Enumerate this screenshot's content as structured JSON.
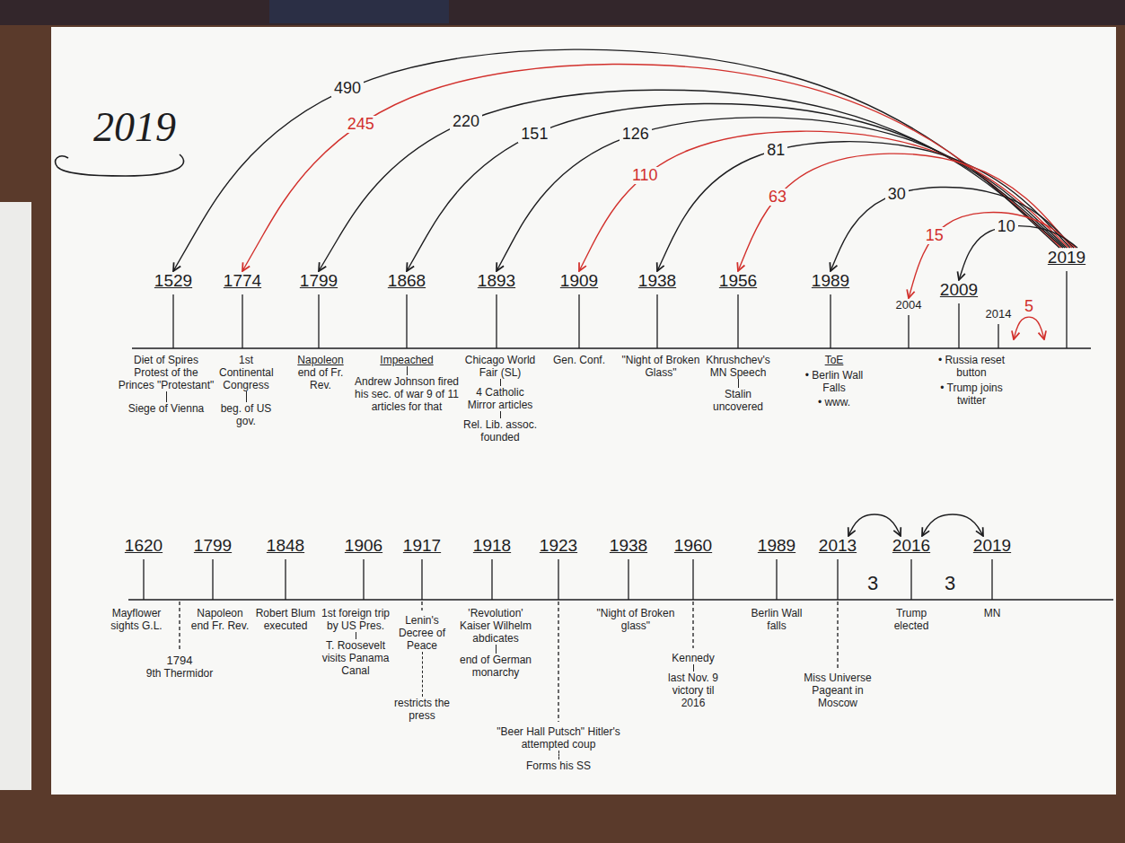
{
  "diagram": {
    "title": "2019",
    "nodes": [
      {
        "text": [
          "1529",
          "Diet of Spires Protest of the Princes \"Protestant\"",
          "Siege of Vienna"
        ]
      },
      {
        "text": [
          "1774",
          "1st Continental Congress",
          "beg. of US gov."
        ]
      },
      {
        "text": [
          "1799",
          "Napoleon",
          "end of Fr. Rev."
        ]
      },
      {
        "text": [
          "1868",
          "Impeached",
          "Andrew Johnson fired his sec. of war 9 of 11 articles for that"
        ]
      },
      {
        "text": [
          "1893",
          "Chicago World Fair (SL)",
          "4 Catholic Mirror articles",
          "Rel. Lib. assoc. founded"
        ]
      },
      {
        "text": [
          "1909",
          "Gen. Conf."
        ]
      },
      {
        "text": [
          "1938",
          "\"Night of Broken Glass\""
        ]
      },
      {
        "text": [
          "1956",
          "Khrushchev's MN Speech",
          "Stalin uncovered"
        ]
      },
      {
        "text": [
          "1989",
          "ToE",
          "• Berlin Wall Falls",
          "• www."
        ]
      },
      {
        "text": [
          "2004"
        ]
      },
      {
        "text": [
          "2009",
          "• Russia reset button",
          "• Trump joins twitter"
        ]
      },
      {
        "text": [
          "2014"
        ]
      },
      {
        "text": [
          "2019"
        ]
      },
      {
        "text": [
          "1620",
          "Mayflower sights G.L."
        ]
      },
      {
        "text": [
          "1799",
          "Napoleon end Fr. Rev."
        ]
      },
      {
        "text": [
          "1794",
          "9th Thermidor"
        ]
      },
      {
        "text": [
          "1848",
          "Robert Blum executed"
        ]
      },
      {
        "text": [
          "1906",
          "1st foreign trip by US Pres.",
          "T. Roosevelt visits Panama Canal"
        ]
      },
      {
        "text": [
          "1917",
          "Lenin's Decree of Peace",
          "restricts the press"
        ]
      },
      {
        "text": [
          "1918",
          "'Revolution' Kaiser Wilhelm abdicates",
          "end of German monarchy"
        ]
      },
      {
        "text": [
          "1923",
          "\"Beer Hall Putsch\" Hitler's attempted coup",
          "Forms his SS"
        ]
      },
      {
        "text": [
          "1938",
          "\"Night of Broken glass\""
        ]
      },
      {
        "text": [
          "1960",
          "Kennedy",
          "last Nov. 9 victory til 2016"
        ]
      },
      {
        "text": [
          "1989",
          "Berlin Wall falls"
        ]
      },
      {
        "text": [
          "2013",
          "Miss Universe Pageant in Moscow"
        ]
      },
      {
        "text": [
          "2016",
          "Trump elected"
        ]
      },
      {
        "text": [
          "2019",
          "MN"
        ]
      }
    ],
    "edges": [
      {
        "from": 12,
        "to": 0,
        "arrow": "to",
        "label": "490"
      },
      {
        "from": 12,
        "to": 1,
        "arrow": "to",
        "label": "245"
      },
      {
        "from": 12,
        "to": 2,
        "arrow": "to",
        "label": "220"
      },
      {
        "from": 12,
        "to": 3,
        "arrow": "to",
        "label": "151"
      },
      {
        "from": 12,
        "to": 4,
        "arrow": "to",
        "label": "126"
      },
      {
        "from": 12,
        "to": 5,
        "arrow": "to",
        "label": "110"
      },
      {
        "from": 12,
        "to": 6,
        "arrow": "to",
        "label": "81"
      },
      {
        "from": 12,
        "to": 7,
        "arrow": "to",
        "label": "63"
      },
      {
        "from": 12,
        "to": 8,
        "arrow": "to",
        "label": "30"
      },
      {
        "from": 12,
        "to": 9,
        "arrow": "to",
        "label": "15"
      },
      {
        "from": 12,
        "to": 10,
        "arrow": "to",
        "label": "10"
      },
      {
        "from": 11,
        "to": 12,
        "arrow": "both",
        "label": "5"
      },
      {
        "from": 24,
        "to": 25,
        "arrow": "both"
      },
      {
        "from": 25,
        "to": 26,
        "arrow": "both"
      }
    ],
    "labels": [
      "3",
      "3"
    ]
  }
}
